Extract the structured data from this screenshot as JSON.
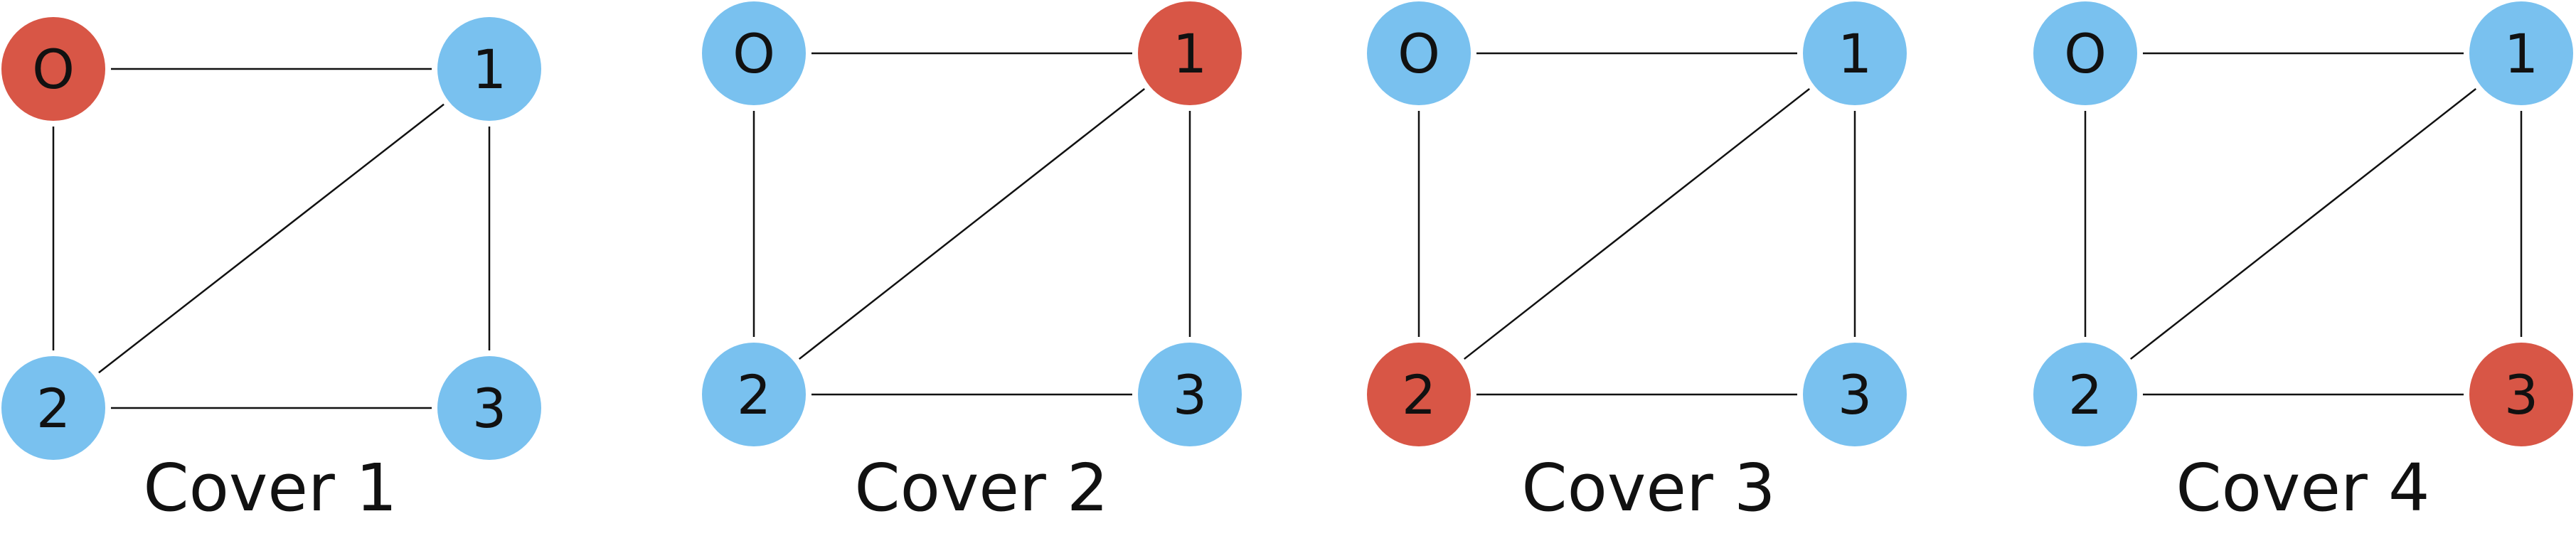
{
  "colors": {
    "default_node": "#79C1EF",
    "highlight_node": "#D85646",
    "edge": "#111111",
    "background": "#ffffff"
  },
  "graphs": [
    {
      "caption": "Cover 1",
      "highlighted": [
        "0"
      ],
      "nodes": [
        {
          "id": "0",
          "label": "O"
        },
        {
          "id": "1",
          "label": "1"
        },
        {
          "id": "2",
          "label": "2"
        },
        {
          "id": "3",
          "label": "3"
        }
      ],
      "edges": [
        [
          "0",
          "1"
        ],
        [
          "0",
          "2"
        ],
        [
          "1",
          "2"
        ],
        [
          "1",
          "3"
        ],
        [
          "2",
          "3"
        ]
      ]
    },
    {
      "caption": "Cover 2",
      "highlighted": [
        "1"
      ],
      "nodes": [
        {
          "id": "0",
          "label": "O"
        },
        {
          "id": "1",
          "label": "1"
        },
        {
          "id": "2",
          "label": "2"
        },
        {
          "id": "3",
          "label": "3"
        }
      ],
      "edges": [
        [
          "0",
          "1"
        ],
        [
          "0",
          "2"
        ],
        [
          "1",
          "2"
        ],
        [
          "1",
          "3"
        ],
        [
          "2",
          "3"
        ]
      ]
    },
    {
      "caption": "Cover 3",
      "highlighted": [
        "2"
      ],
      "nodes": [
        {
          "id": "0",
          "label": "O"
        },
        {
          "id": "1",
          "label": "1"
        },
        {
          "id": "2",
          "label": "2"
        },
        {
          "id": "3",
          "label": "3"
        }
      ],
      "edges": [
        [
          "0",
          "1"
        ],
        [
          "0",
          "2"
        ],
        [
          "1",
          "2"
        ],
        [
          "1",
          "3"
        ],
        [
          "2",
          "3"
        ]
      ]
    },
    {
      "caption": "Cover 4",
      "highlighted": [
        "3"
      ],
      "nodes": [
        {
          "id": "0",
          "label": "O"
        },
        {
          "id": "1",
          "label": "1"
        },
        {
          "id": "2",
          "label": "2"
        },
        {
          "id": "3",
          "label": "3"
        }
      ],
      "edges": [
        [
          "0",
          "1"
        ],
        [
          "0",
          "2"
        ],
        [
          "1",
          "2"
        ],
        [
          "1",
          "3"
        ],
        [
          "2",
          "3"
        ]
      ]
    }
  ]
}
